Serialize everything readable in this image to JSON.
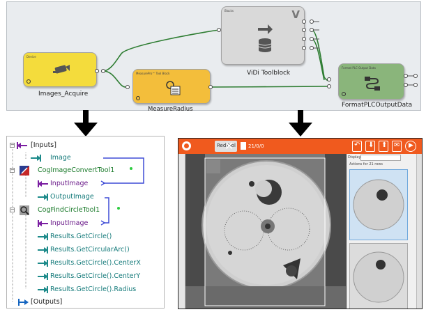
{
  "flow": {
    "nodes": {
      "acquire": {
        "tag": "Device",
        "label": "Images_Acquire"
      },
      "measure": {
        "tag": "MeasurePro™ Tool Block",
        "label": "MeasureRadius"
      },
      "vidi": {
        "tag": "Blocks",
        "badge": "V",
        "label": "ViDi Toolblock"
      },
      "format": {
        "tag": "Format PLC Output Data",
        "label": "FormatPLCOutputData"
      }
    },
    "colors": {
      "yellow": "#f4dc3c",
      "orange": "#f3be3b",
      "gray": "#d9d9d9",
      "green": "#8ab57b",
      "wire": "#2e7d32"
    }
  },
  "tree": {
    "rows": [
      {
        "label": "[Inputs]",
        "color": "dark",
        "arrow": "left"
      },
      {
        "label": "Image",
        "color": "teal",
        "arrow": "right"
      },
      {
        "label": "CogImageConvertTool1",
        "color": "green",
        "icon": "convert-tool-icon"
      },
      {
        "label": "InputImage",
        "color": "purple",
        "arrow": "left"
      },
      {
        "label": "OutputImage",
        "color": "teal",
        "arrow": "right"
      },
      {
        "label": "CogFindCircleTool1",
        "color": "green",
        "icon": "find-circle-tool-icon"
      },
      {
        "label": "InputImage",
        "color": "purple",
        "arrow": "left"
      },
      {
        "label": "Results.GetCircle()",
        "color": "teal",
        "arrow": "right"
      },
      {
        "label": "Results.GetCircularArc()",
        "color": "teal",
        "arrow": "right"
      },
      {
        "label": "Results.GetCircle().CenterX",
        "color": "teal",
        "arrow": "right"
      },
      {
        "label": "Results.GetCircle().CenterY",
        "color": "teal",
        "arrow": "right"
      },
      {
        "label": "Results.GetCircle().Radius",
        "color": "teal",
        "arrow": "right"
      },
      {
        "label": "[Outputs]",
        "color": "dark",
        "arrow": "left"
      }
    ]
  },
  "viewer": {
    "toolbar": {
      "mode_button": "RedTool",
      "counter": "21/0/0"
    },
    "accent": "#f05a1e",
    "side_panel": {
      "display_label": "Display",
      "rows_label": "Actions for 21 rows"
    }
  }
}
